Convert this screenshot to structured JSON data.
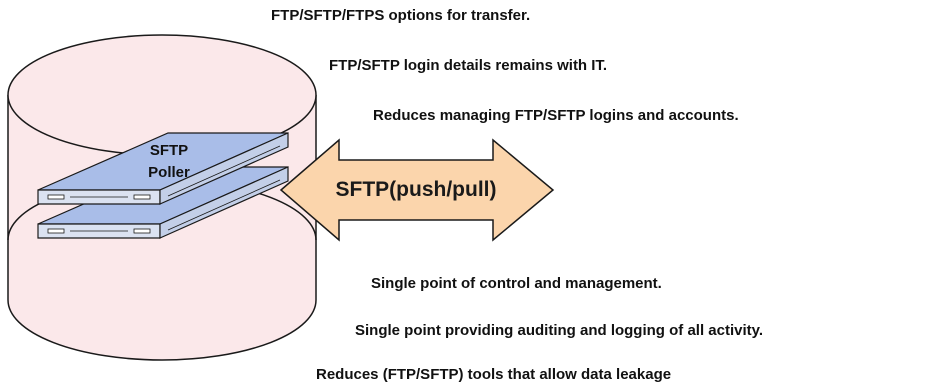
{
  "diagram": {
    "server_label_line1": "SFTP",
    "server_label_line2": "Poller",
    "arrow_label": "SFTP(push/pull)",
    "benefits": [
      "FTP/SFTP/FTPS options for transfer.",
      "FTP/SFTP login details remains with IT.",
      "Reduces managing FTP/SFTP logins and accounts.",
      "Single point of control and management.",
      "Single point providing auditing and logging of all activity.",
      "Reduces (FTP/SFTP) tools that allow data leakage"
    ]
  },
  "colors": {
    "cylinder_fill": "#fbe8ea",
    "server_top": "#a9bde8",
    "server_front": "#dbe2f1",
    "arrow_fill": "#fbd5ac",
    "outline": "#1a1a1a"
  }
}
